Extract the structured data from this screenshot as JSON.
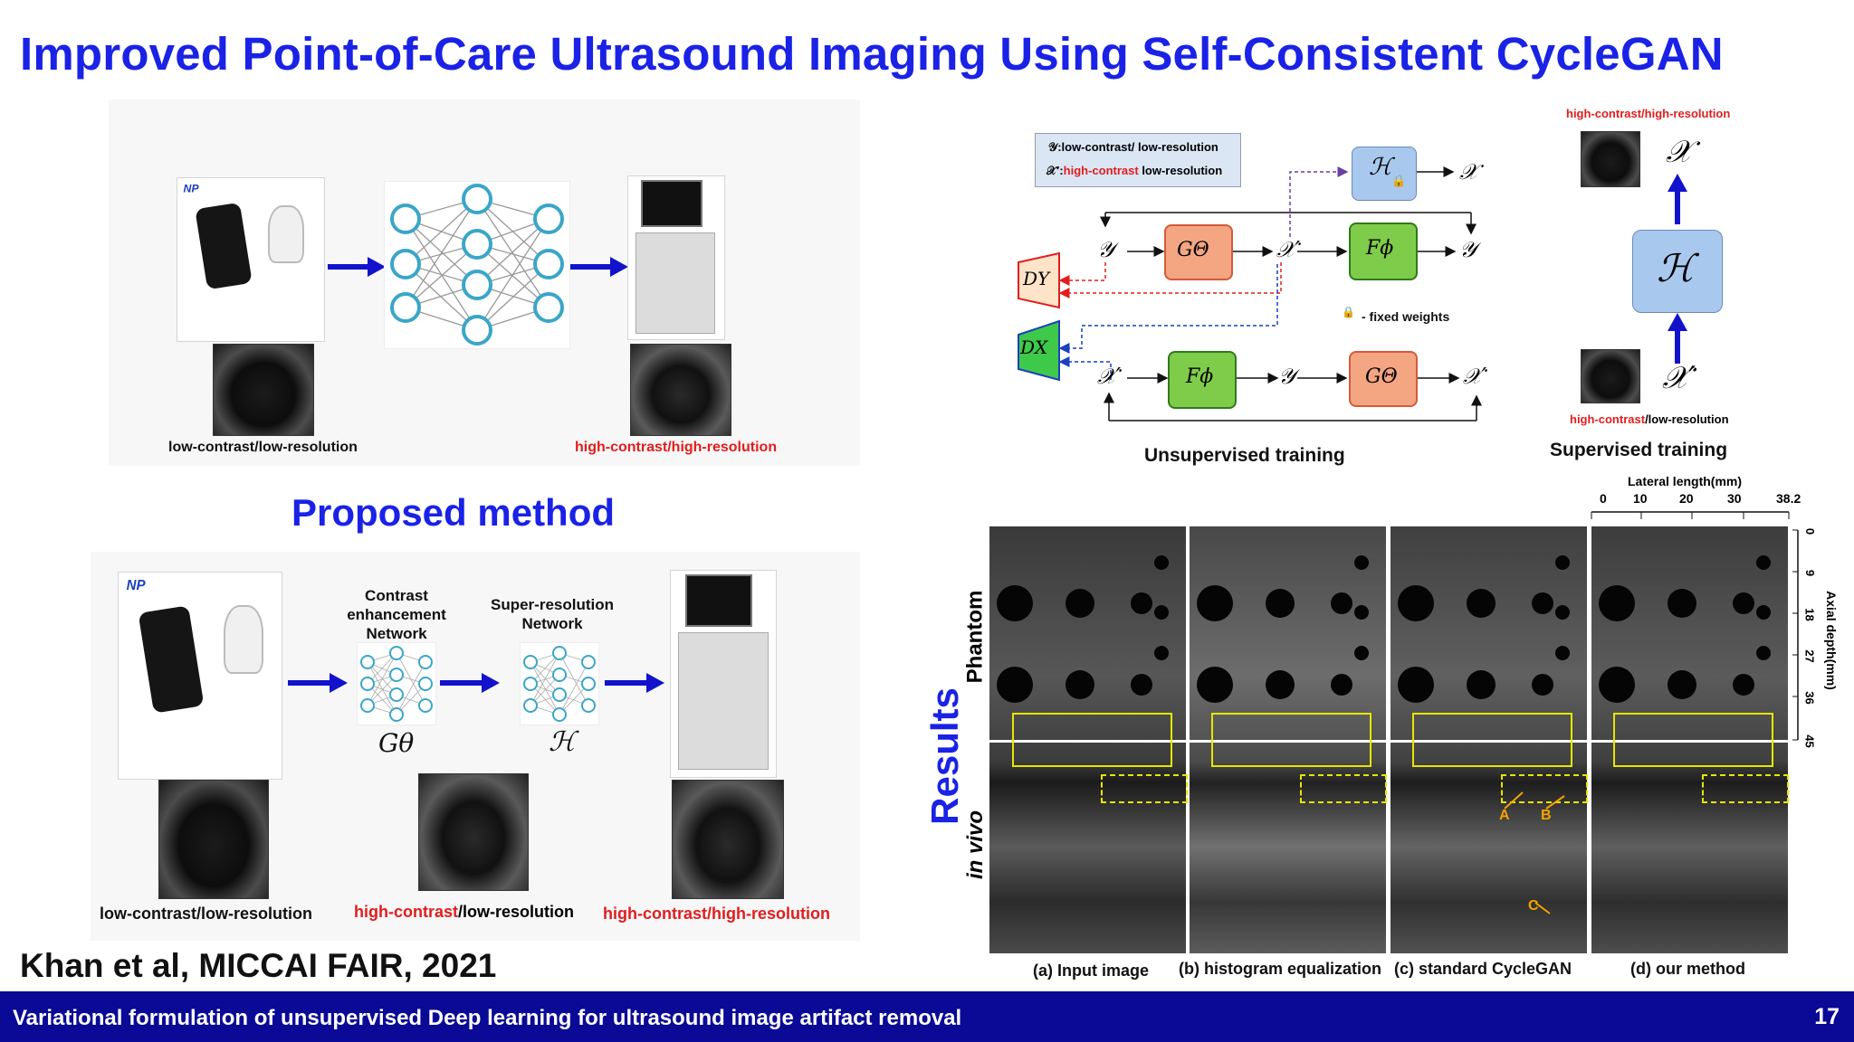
{
  "title": "Improved Point-of-Care Ultrasound Imaging Using Self-Consistent CycleGAN",
  "top_left": {
    "low_label": "low-contrast/low-resolution",
    "high_label": "high-contrast/high-resolution"
  },
  "proposed": {
    "heading": "Proposed method",
    "contrast_net": [
      "Contrast",
      "enhancement",
      "Network"
    ],
    "sr_net": [
      "Super-resolution",
      "Network"
    ],
    "g_symbol": "Gθ",
    "h_symbol": "ℋ",
    "label_1": "low-contrast/low-resolution",
    "label_2_red": "high-contrast",
    "label_2_black": "/low-resolution",
    "label_3": "high-contrast/high-resolution"
  },
  "diagram": {
    "legend_y": "𝒴:low-contrast/ low-resolution",
    "legend_x_sym": "𝒳′:",
    "legend_x_red": "high-contrast",
    "legend_x_black": " low-resolution",
    "h_lock": "ℋ",
    "x": "𝒳",
    "x_prime": "𝒳′",
    "y": "𝒴",
    "g": "GΘ",
    "f": "Fϕ",
    "dy": "DY",
    "dx": "DX",
    "fixed_weights": "- fixed weights",
    "unsup_label": "Unsupervised training",
    "sup_top_label": "high-contrast/high-resolution",
    "sup_bottom_red": "high-contrast",
    "sup_bottom_black": "/low-resolution",
    "sup_h": "ℋ",
    "sup_label": "Supervised training"
  },
  "results": {
    "lateral_title": "Lateral length(mm)",
    "lateral_ticks": [
      "0",
      "10",
      "20",
      "30",
      "38.2"
    ],
    "axial_title": "Axial depth(mm)",
    "axial_ticks": [
      "0",
      "9",
      "18",
      "27",
      "36",
      "45"
    ],
    "row_phantom": "Phantom",
    "row_invivo": "in vivo",
    "side_title": "Results",
    "captions": [
      "(a) Input image",
      "(b) histogram equalization",
      "(c) standard CycleGAN",
      "(d) our method"
    ],
    "markers": [
      "A",
      "B",
      "C"
    ],
    "marker_color": "#f5a300"
  },
  "citation": "Khan et al,  MICCAI FAIR, 2021",
  "footer": {
    "text": "Variational formulation of unsupervised Deep learning for ultrasound image artifact removal",
    "page": "17"
  },
  "colors": {
    "title_blue": "#1a22e6",
    "footer_bg": "#0a0a96",
    "accent_red": "#e11d1d",
    "g_box": "#f4a582",
    "f_box": "#7fcc4a",
    "h_box": "#a8c8ee"
  }
}
